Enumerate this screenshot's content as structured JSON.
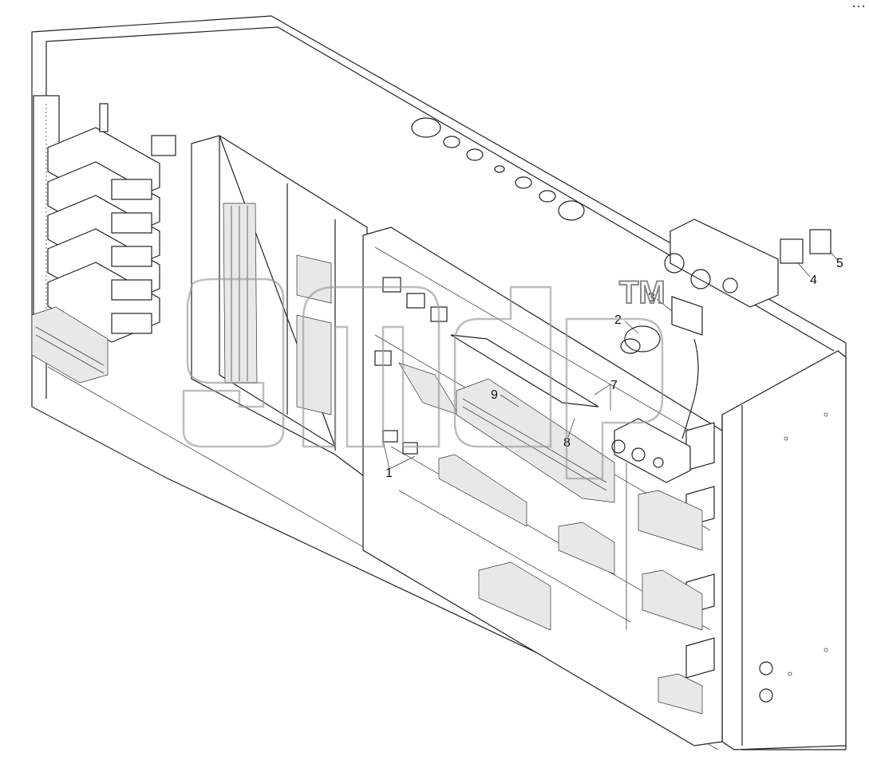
{
  "diagram": {
    "callouts": [
      {
        "id": "1",
        "label": "1"
      },
      {
        "id": "2",
        "label": "2"
      },
      {
        "id": "3",
        "label": "3"
      },
      {
        "id": "4",
        "label": "4"
      },
      {
        "id": "5",
        "label": "5"
      },
      {
        "id": "7",
        "label": "7"
      },
      {
        "id": "8",
        "label": "8"
      },
      {
        "id": "9",
        "label": "9"
      }
    ],
    "watermark": {
      "mark": "TM"
    },
    "colors": {
      "line": "#222222",
      "background": "#ffffff",
      "watermark": "#9a9a9a"
    }
  }
}
